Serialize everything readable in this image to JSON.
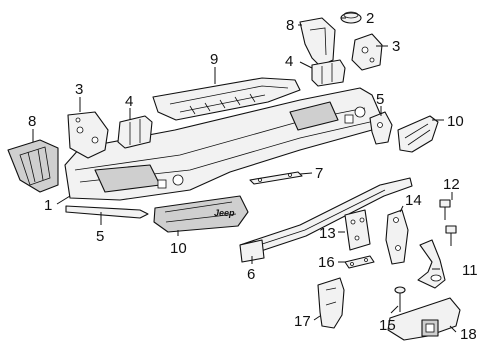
{
  "diagram": {
    "callouts": [
      "1",
      "2",
      "3",
      "3",
      "4",
      "4",
      "5",
      "5",
      "6",
      "7",
      "8",
      "8",
      "9",
      "10",
      "10",
      "11",
      "12",
      "13",
      "14",
      "15",
      "16",
      "17",
      "18"
    ],
    "brand_text": "Jeep"
  }
}
